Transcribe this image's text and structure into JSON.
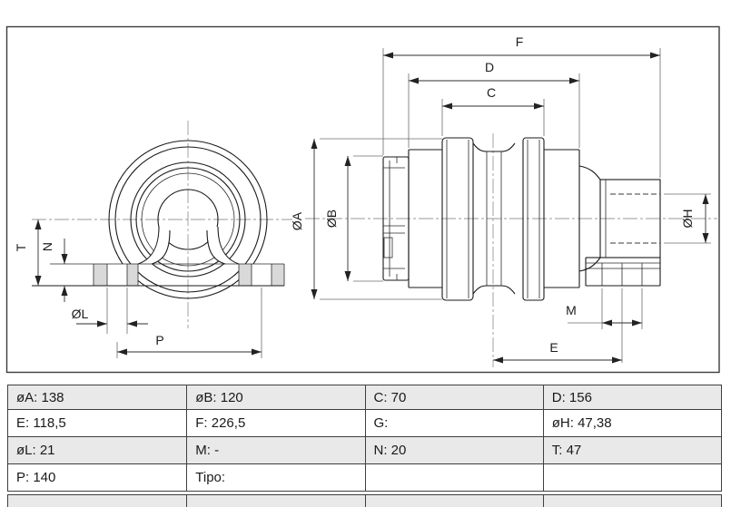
{
  "drawing": {
    "dims": {
      "F": "F",
      "D": "D",
      "C": "C",
      "A": "ØA",
      "B": "ØB",
      "H": "ØH",
      "M": "M",
      "E": "E",
      "T": "T",
      "N": "N",
      "L": "ØL",
      "P": "P"
    }
  },
  "table": {
    "rows": [
      [
        "øA: 138",
        "øB: 120",
        "C: 70",
        "D: 156"
      ],
      [
        "E: 118,5",
        "F: 226,5",
        "G:",
        "øH: 47,38"
      ],
      [
        "øL: 21",
        "M: -",
        "N: 20",
        "T: 47"
      ],
      [
        "P: 140",
        "Tipo:",
        "",
        ""
      ],
      [
        "",
        "",
        "",
        ""
      ]
    ]
  },
  "colors": {
    "line": "#1a1a1a",
    "flange_fill": "#d9d9d9",
    "table_alt_row": "#e9e9e9",
    "table_border": "#3f3f3f",
    "frame_border": "#3c3c3c",
    "background": "#ffffff"
  }
}
